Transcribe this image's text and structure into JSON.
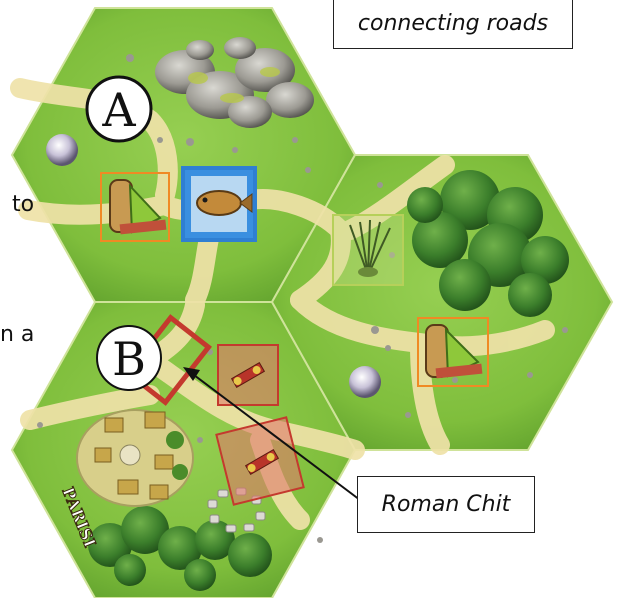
{
  "callouts": {
    "top_label": "connecting roads",
    "bottom_label": "Roman Chit"
  },
  "side_text": {
    "line1": "to",
    "line2": "n a"
  },
  "board": {
    "hex_a_letter": "A",
    "hex_b_letter": "B",
    "town_name": "PARISI",
    "colors": {
      "grass": "#7fbe3c",
      "grass_dark": "#5e9f2c",
      "road": "#efe2a8",
      "hex_border": "#cfe39a",
      "roman_chit": "#e07a6a",
      "chit_border_red": "#c43a2e",
      "resource_frame_orange": "#f08a24",
      "fish_frame_blue": "#2f7fd2",
      "reed_frame_green": "#b6d05a",
      "forest": "#2e6b22",
      "rock": "#8e8c86"
    }
  }
}
